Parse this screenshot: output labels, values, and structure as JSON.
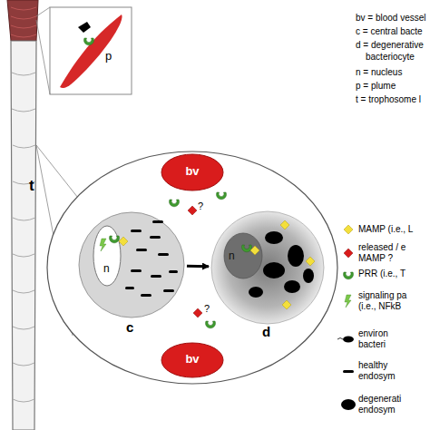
{
  "diagram": {
    "nodes": [
      {
        "text": [
          "p"
        ]
      },
      {
        "text": [
          "t"
        ]
      },
      {
        "text": [
          "bv"
        ],
        "in": 1
      },
      {
        "text": [
          "c"
        ],
        "in": 1
      },
      {
        "text": [
          "n"
        ],
        "in": 3
      },
      {
        "text": [
          "d"
        ],
        "in": 1
      },
      {
        "text": [
          "n"
        ],
        "in": 5
      },
      {
        "text": [
          "bv"
        ],
        "in": 1
      }
    ],
    "edges": [
      {
        "from": 3,
        "to": 5,
        "arrow": "to"
      }
    ],
    "labels": [
      "?",
      "?",
      "bv = blood vessel",
      "c = central bacte",
      "d = degenerative",
      "bacteriocyte",
      "n = nucleus",
      "p = plume",
      "t = trophosome l"
    ],
    "legend": [
      {
        "text": "MAMP (i.e., L"
      },
      {
        "text": "released / e MAMP ?"
      },
      {
        "text": "PRR (i.e., T"
      },
      {
        "text": "signaling pa (i.e., NFkB"
      },
      {
        "text": "environ bacteri"
      },
      {
        "text": "healthy endosym"
      },
      {
        "text": "degenerati endosym"
      }
    ]
  }
}
